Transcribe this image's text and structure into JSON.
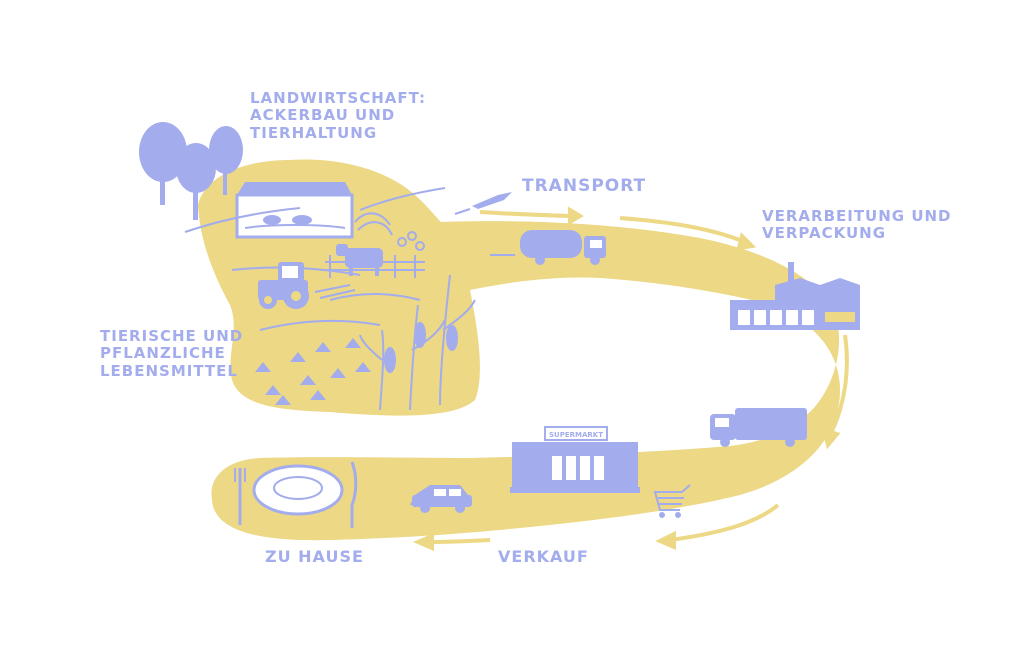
{
  "colors": {
    "path_yellow": "#ecd885",
    "illustration_blue": "#a3acec",
    "background": "#ffffff"
  },
  "labels": {
    "farm": [
      "LANDWIRTSCHAFT:",
      "ACKERBAU UND",
      "TIERHALTUNG"
    ],
    "transport": "TRANSPORT",
    "processing": [
      "VERARBEITUNG UND",
      "VERPACKUNG"
    ],
    "food": [
      "TIERISCHE UND",
      "PFLANZLICHE",
      "LEBENSMITTEL"
    ],
    "home": "ZU HAUSE",
    "sale": "VERKAUF",
    "supermarket_sign": "SUPERMARKT"
  },
  "icons": [
    "trees-icon",
    "barn-with-pigs-icon",
    "cow-icon",
    "tractor-icon",
    "airplane-icon",
    "tanker-truck-icon",
    "factory-icon",
    "delivery-truck-icon",
    "supermarket-icon",
    "shopping-cart-icon",
    "car-icon",
    "plate-with-cutlery-icon",
    "corn-plants-icon",
    "lettuce-plants-icon",
    "hay-bales-icon"
  ]
}
